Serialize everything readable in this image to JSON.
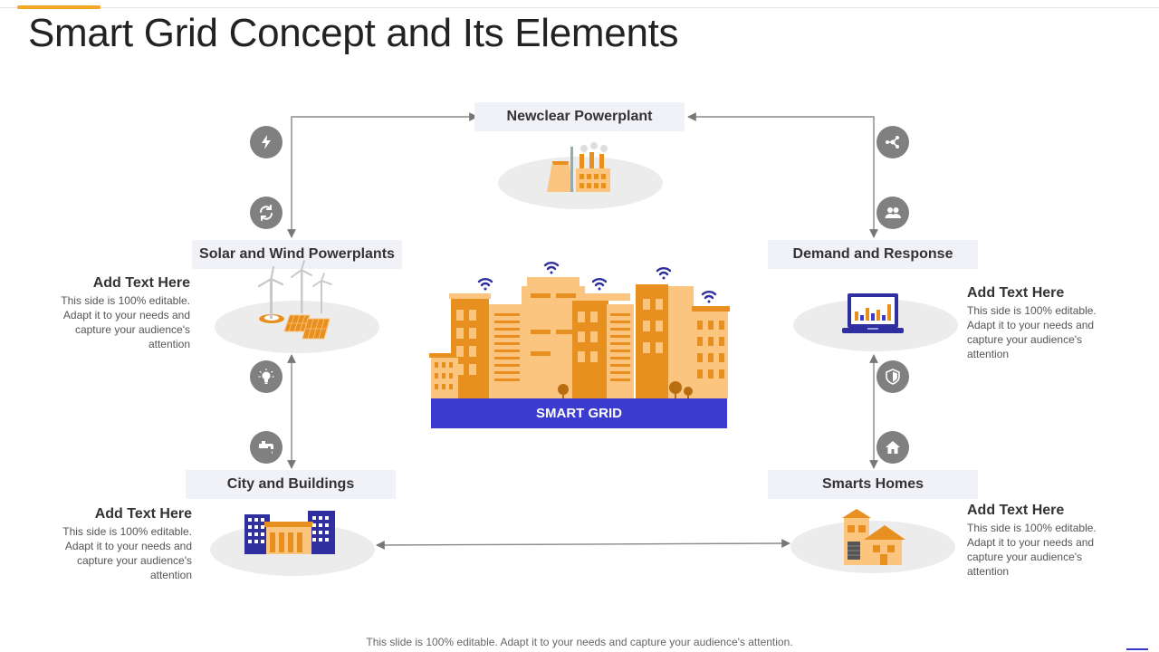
{
  "title": "Smart Grid Concept and Its Elements",
  "nodes": {
    "nuclear": "Newclear Powerplant",
    "solar_wind": "Solar and Wind Powerplants",
    "demand_response": "Demand and Response",
    "city_buildings": "City and Buildings",
    "smart_homes": "Smarts Homes",
    "center": "SMART GRID"
  },
  "texts": {
    "left_top": {
      "heading": "Add Text Here",
      "body": "This side is 100% editable. Adapt it to your needs and capture your audience's attention"
    },
    "right_top": {
      "heading": "Add Text Here",
      "body": "This side is 100% editable. Adapt it to your needs and capture your audience's attention"
    },
    "left_bottom": {
      "heading": "Add Text Here",
      "body": "This side is 100% editable. Adapt it to your needs and capture your audience's attention"
    },
    "right_bottom": {
      "heading": "Add Text Here",
      "body": "This side is 100% editable. Adapt it to your needs and capture your audience's attention"
    }
  },
  "footer": "This slide is 100% editable. Adapt it to your needs and capture your audience's attention.",
  "colors": {
    "accent": "#f5a623",
    "building_orange": "#e8901f",
    "building_light": "#fbc57f",
    "grid_blue": "#3b3bcf",
    "icon_gray": "#808080",
    "label_bg": "#f1f2f8"
  },
  "icons": [
    "lightning-icon",
    "recycle-icon",
    "network-icon",
    "users-icon",
    "lightbulb-icon",
    "faucet-icon",
    "shield-icon",
    "home-icon"
  ]
}
